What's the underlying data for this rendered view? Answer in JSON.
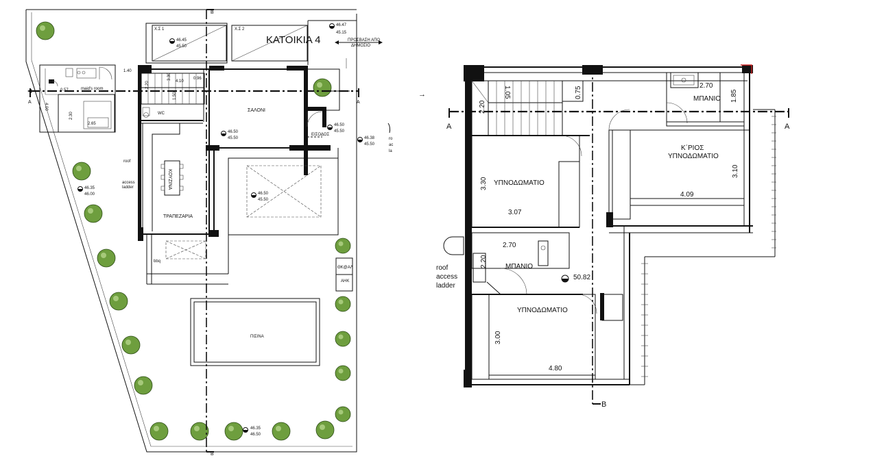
{
  "ground_floor": {
    "house_title": "ΚΑΤΟΙΚΙΑ 4",
    "section_top": "B",
    "section_bottom": "B",
    "section_left": "A",
    "rooms": {
      "parking_1": "Χ.Σ 1",
      "parking_2": "Χ.Σ 2",
      "living": "ΣΑΛΟΝΙ",
      "kitchen": "ΚΟΥΖΙΝΑ",
      "dining": "ΤΡΑΠΕΖΑΡΙΑ",
      "wc": "WC",
      "entrance": "ΕΙΣΟΔΟΣ",
      "maids": "maid's room",
      "pool": "ΠΙΣΙΝΑ",
      "bbq": "bbq",
      "storage_1": "ΘΚ@ΑΛ",
      "storage_2": "ΑΗΚ",
      "roof_ladder_1": "roof",
      "roof_ladder_2": "access",
      "roof_ladder_3": "ladder",
      "roof_right_1": "ro",
      "roof_right_2": "ac",
      "roof_right_3": "la"
    },
    "levels": {
      "top_a": "46.47",
      "top_b": "45.15",
      "park_a": "46.45",
      "park_b": "45.50",
      "living_a": "46.50",
      "living_b": "45.50",
      "entry_a": "46.50",
      "entry_b": "45.50",
      "side_a": "46.38",
      "side_b": "45.50",
      "court_a": "46.50",
      "court_b": "45.50",
      "yard_a": "46.35",
      "yard_b": "46.00",
      "bottom_a": "46.35",
      "bottom_b": "46.50"
    },
    "dims": {
      "d140": "1.40",
      "d096": "0.96",
      "d410": "4.10",
      "d220": "2.20",
      "d330": "3.30",
      "d057": "0.57",
      "d230": "2.30",
      "d265": "2.65",
      "d400": "4.00",
      "d050": "1.50"
    },
    "note_1": "ΠΡΟΣΒΑΣΗ ΑΠΟ",
    "note_2": "ΔΗΜΟΣΙΟ"
  },
  "first_floor": {
    "arrow": "→",
    "section_left": "A",
    "section_right": "A",
    "section_bottom": "B",
    "rooms": {
      "bedroom_1": "ΥΠΝΟΔΩΜΑΤΙΟ",
      "bedroom_2": "ΥΠΝΟΔΩΜΑΤΙΟ",
      "master_1": "Κ΄ΡΙΟΣ",
      "master_2": "ΥΠΝΟΔΩΜΑΤΙΟ",
      "bath_1": "ΜΠΑΝΙΟ",
      "bath_2": "ΜΠΑΝΙΟ",
      "roof_1": "roof",
      "roof_2": "access",
      "roof_3": "ladder"
    },
    "dims": {
      "d220": "2.20",
      "d105": "1.05",
      "d075": "0.75",
      "d270a": "2.70",
      "d185": "1.85",
      "d330": "3.30",
      "d307": "3.07",
      "d310": "3.10",
      "d409": "4.09",
      "d270b": "2.70",
      "d220b": "2.20",
      "d300": "3.00",
      "d480": "4.80"
    },
    "level": "50.82"
  }
}
